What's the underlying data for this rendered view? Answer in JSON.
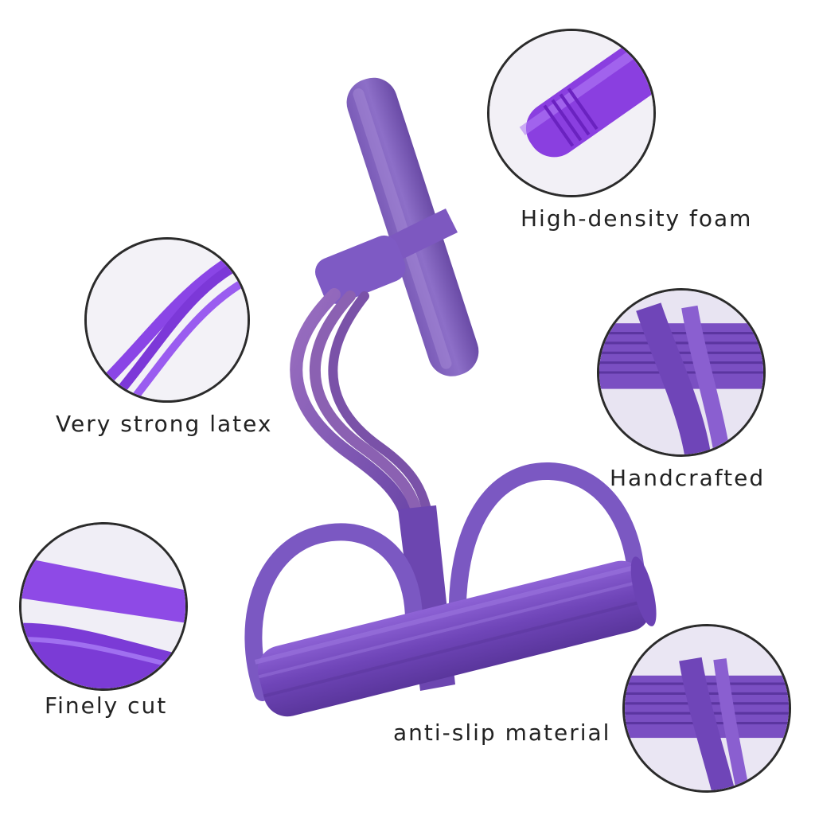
{
  "labels": {
    "foam": "High-density foam",
    "latex": "Very strong latex",
    "handcrafted": "Handcrafted",
    "finely_cut": "Finely cut",
    "anti_slip": "anti-slip material"
  },
  "colors": {
    "purple_main": "#7a4fc2",
    "purple_dark": "#5b35a0",
    "purple_light": "#9b6fe0",
    "tube_mauve": "#8a5fa8",
    "outline": "#2b2b2b",
    "text": "#222222"
  }
}
